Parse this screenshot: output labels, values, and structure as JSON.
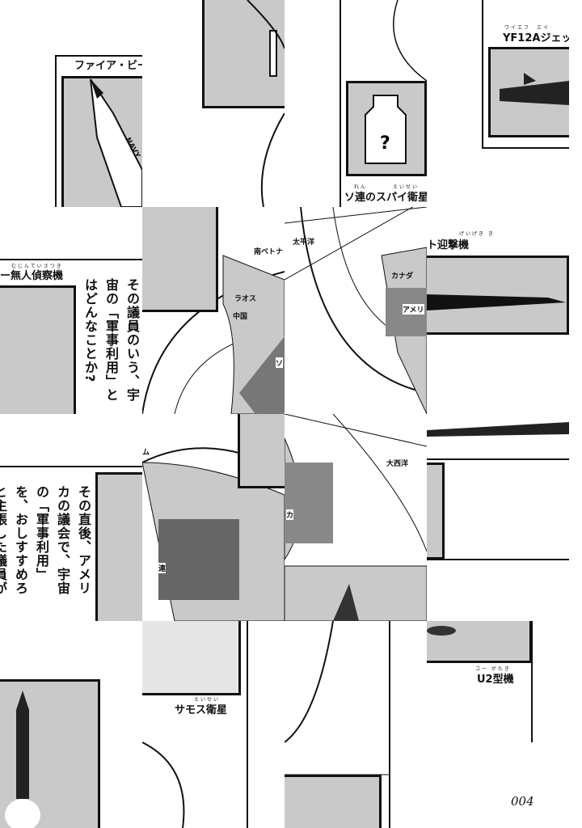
{
  "labels": {
    "fire_bee": "ファイア・ビー",
    "yf12a": "YF12Aジェッ",
    "yf12a_ruby": "ワイエフ　エイ",
    "spy_sat": "ソ連のスパイ衛星",
    "spy_sat_ruby": "れん　　　　えいせい",
    "drone": "ー無人偵察機",
    "drone_ruby": "むじんていさつき",
    "interceptor": "ト迎撃機",
    "interceptor_ruby": "げいげき き",
    "samos": "サモス衛星",
    "samos_ruby": "えいせい",
    "u2": "U2型機",
    "u2_ruby": "ユー がたき",
    "navy": "NAVY"
  },
  "map_labels": {
    "south_vietnam": "南ベトナ",
    "laos": "ラオス",
    "china": "中国",
    "soviet": "ソ",
    "pacific": "太平洋",
    "canada": "カナダ",
    "america": "アメリ",
    "atlantic": "大西洋",
    "ka": "カ",
    "mu": "ム",
    "ren": "連"
  },
  "text": {
    "question": "その議員のいう、宇宙の「軍事利用」とはどんなことか?",
    "narration": "その直後、アメリカの議会で、宇宙の「軍事利用」を、おしすすめろと主張した議員がいた。"
  },
  "page_number": "004"
}
